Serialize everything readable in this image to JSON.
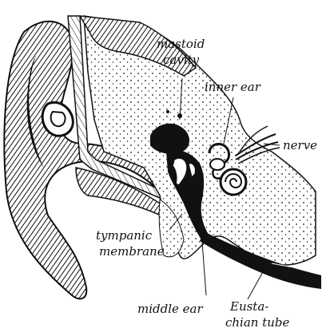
{
  "figure": {
    "labels": {
      "mastoid_cavity_l1": "mastoid",
      "mastoid_cavity_l2": "cavity",
      "inner_ear": "inner ear",
      "nerve": "nerve",
      "tympanic_membrane_l1": "tympanic",
      "tympanic_membrane_l2": "membrane",
      "middle_ear": "middle ear",
      "eustachian_tube_l1": "Eusta-",
      "eustachian_tube_l2": "chian tube"
    },
    "colors": {
      "ink": "#111111",
      "paper": "#ffffff"
    }
  }
}
